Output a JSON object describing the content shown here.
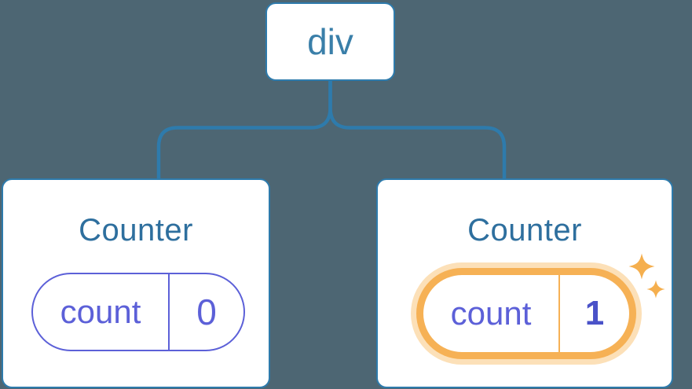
{
  "diagram_title": "component-tree",
  "colors": {
    "background": "#4D6673",
    "connector_blue": "#2E7BAC",
    "node_text_blue": "#3A7FA9",
    "title_blue": "#2E6F9E",
    "state_indigo": "#5C60D8",
    "state_value_bold_indigo": "#4A52C8",
    "highlight_orange": "#F6B155",
    "highlight_halo_orange": "#FCE0B8",
    "sparkle_orange": "#F5AF4E",
    "card_background": "#FFFFFF"
  },
  "tree": {
    "root": {
      "label": "div"
    },
    "children": [
      {
        "title": "Counter",
        "state": {
          "key": "count",
          "value": "0"
        },
        "highlighted": false
      },
      {
        "title": "Counter",
        "state": {
          "key": "count",
          "value": "1"
        },
        "highlighted": true,
        "decoration": "sparkles-icon"
      }
    ]
  }
}
